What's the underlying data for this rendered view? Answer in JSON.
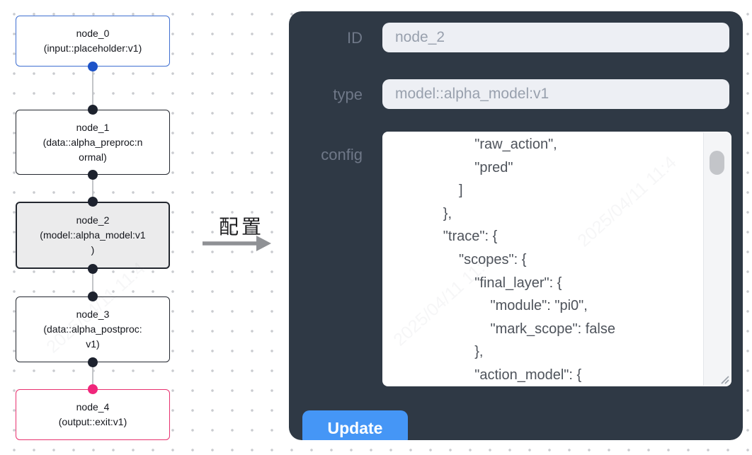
{
  "flow": {
    "nodes": [
      {
        "lines": [
          "node_0",
          "(input::placeholder:v1)"
        ]
      },
      {
        "lines": [
          "node_1",
          "(data::alpha_preproc:n",
          "ormal)"
        ]
      },
      {
        "lines": [
          "node_2",
          "(model::alpha_model:v1",
          ")"
        ]
      },
      {
        "lines": [
          "node_3",
          "(data::alpha_postproc:",
          "v1)"
        ]
      },
      {
        "lines": [
          "node_4",
          "(output::exit:v1)"
        ]
      }
    ]
  },
  "annotation": {
    "label": "配置"
  },
  "panel": {
    "id_label": "ID",
    "id_value": "node_2",
    "type_label": "type",
    "type_value": "model::alpha_model:v1",
    "config_label": "config",
    "config_text": "                      \"raw_action\",\n                      \"pred\"\n                  ]\n              },\n              \"trace\": {\n                  \"scopes\": {\n                      \"final_layer\": {\n                          \"module\": \"pi0\",\n                          \"mark_scope\": false\n                      },\n                      \"action_model\": {",
    "update_label": "Update"
  },
  "colors": {
    "panel_bg": "#2f3945",
    "button_blue": "#4596f6",
    "node_border_dark": "#23272f",
    "node_border_blue": "#3f6fd1",
    "node_border_pink": "#e8316f",
    "node_selected_bg": "#ebebec",
    "port_blue": "#1d53c8",
    "port_dark": "#1d222e",
    "port_pink": "#f0267b",
    "input_bg": "#edeff4"
  },
  "watermark": {
    "text": "2025/04/11 11:4"
  }
}
